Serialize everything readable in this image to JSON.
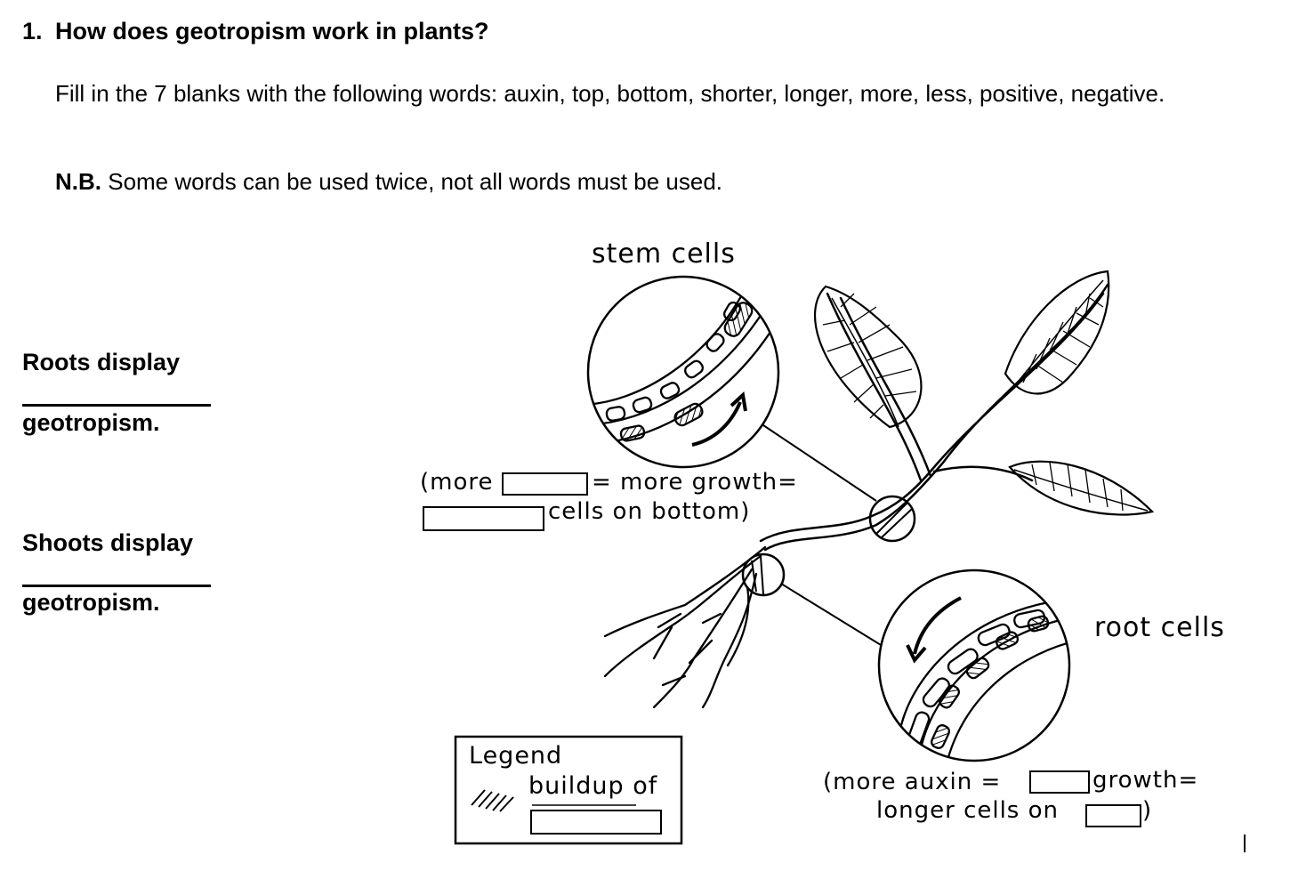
{
  "question": {
    "number": "1.",
    "title": "How does geotropism work in plants?",
    "instructions": "Fill in the 7 blanks with the following words: auxin, top, bottom, shorter, longer, more, less, positive, negative.",
    "nb_label": "N.B.",
    "nb_text": " Some words can be used twice, not all words must be used."
  },
  "answers": {
    "roots_prefix": "Roots display",
    "roots_suffix": "geotropism.",
    "shoots_prefix": "Shoots display",
    "shoots_suffix": "geotropism."
  },
  "diagram": {
    "stem_cells_label": "stem cells",
    "root_cells_label": "root cells",
    "stem_caption_a": "(more",
    "stem_caption_b": "= more growth=",
    "stem_caption_c": "cells on bottom)",
    "root_caption_a": "(more auxin =",
    "root_caption_b": "growth=",
    "root_caption_c": "longer cells on",
    "root_caption_d": ")",
    "legend_title": "Legend",
    "legend_text": "buildup of"
  }
}
